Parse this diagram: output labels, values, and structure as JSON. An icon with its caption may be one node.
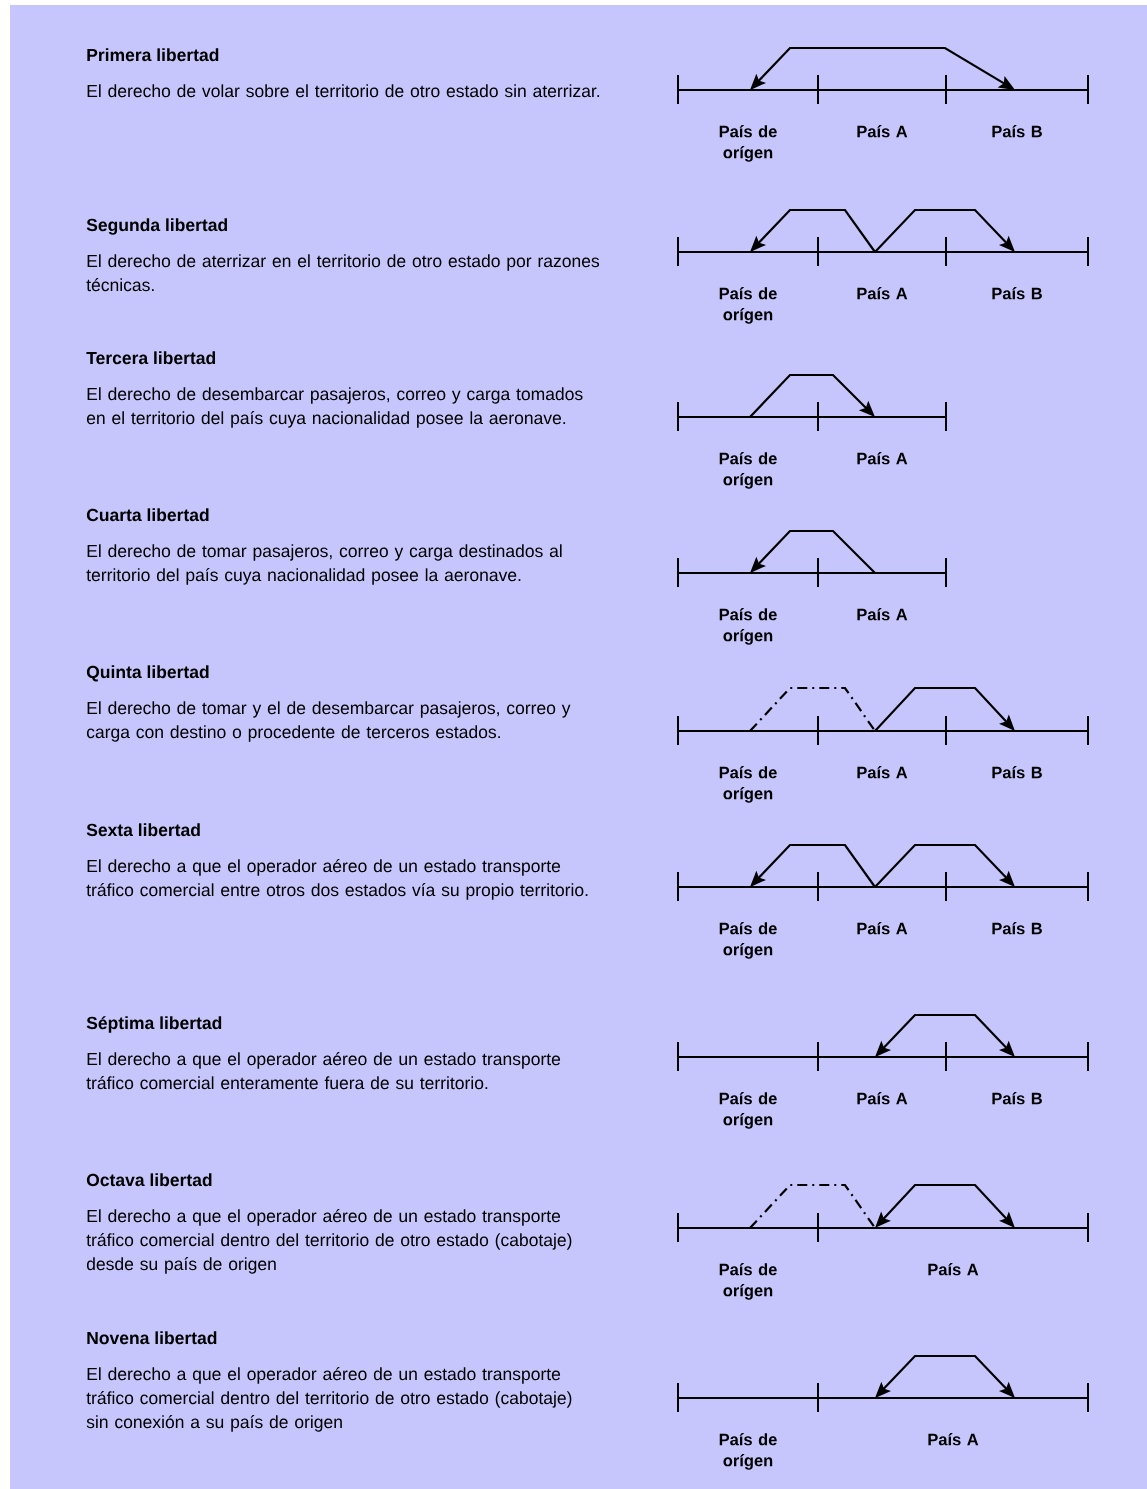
{
  "diagram": {
    "nodes": [
      {
        "text": [
          "País de orígen"
        ]
      },
      {
        "text": [
          "País A"
        ]
      },
      {
        "text": [
          "País B"
        ]
      },
      {
        "text": [
          "País de orígen"
        ]
      },
      {
        "text": [
          "País A"
        ]
      },
      {
        "text": [
          "País B"
        ]
      },
      {
        "text": [
          "País de orígen"
        ]
      },
      {
        "text": [
          "País A"
        ]
      },
      {
        "text": [
          "País de orígen"
        ]
      },
      {
        "text": [
          "País A"
        ]
      },
      {
        "text": [
          "País de orígen"
        ]
      },
      {
        "text": [
          "País A"
        ]
      },
      {
        "text": [
          "País B"
        ]
      },
      {
        "text": [
          "País de orígen"
        ]
      },
      {
        "text": [
          "País A"
        ]
      },
      {
        "text": [
          "País B"
        ]
      },
      {
        "text": [
          "País de orígen"
        ]
      },
      {
        "text": [
          "País A"
        ]
      },
      {
        "text": [
          "País B"
        ]
      },
      {
        "text": [
          "País de orígen"
        ]
      },
      {
        "text": [
          "País A"
        ]
      },
      {
        "text": [
          "País de orígen"
        ]
      },
      {
        "text": [
          "País A"
        ]
      }
    ],
    "edges": [
      {
        "from": 0,
        "to": 2,
        "arrow": "both"
      },
      {
        "from": 4,
        "to": 3,
        "arrow": "to"
      },
      {
        "from": 4,
        "to": 5,
        "arrow": "to"
      },
      {
        "from": 6,
        "to": 7,
        "arrow": "to"
      },
      {
        "from": 9,
        "to": 8,
        "arrow": "to"
      },
      {
        "from": 10,
        "to": 11,
        "arrow": "none",
        "style": "dashed"
      },
      {
        "from": 11,
        "to": 12,
        "arrow": "to"
      },
      {
        "from": 14,
        "to": 13,
        "arrow": "to"
      },
      {
        "from": 14,
        "to": 15,
        "arrow": "to"
      },
      {
        "from": 17,
        "to": 18,
        "arrow": "both"
      },
      {
        "from": 19,
        "to": 20,
        "arrow": "none",
        "style": "dashed"
      },
      {
        "from": 20,
        "to": 20,
        "arrow": "both"
      },
      {
        "from": 22,
        "to": 22,
        "arrow": "both"
      }
    ],
    "labels": [
      "Primera libertad",
      "El derecho de volar sobre el territorio de otro estado sin aterrizar.",
      "Segunda libertad",
      "El derecho de aterrizar en el territorio de otro estado por razones técnicas.",
      "Tercera libertad",
      "El derecho de desembarcar pasajeros, correo y carga tomados en el territorio del país cuya nacionalidad posee la aeronave.",
      "Cuarta libertad",
      "El derecho de tomar pasajeros, correo y carga destinados al territorio del país cuya nacionalidad posee la aeronave.",
      "Quinta libertad",
      "El derecho de tomar y el de desembarcar pasajeros, correo y carga con destino o procedente de terceros estados.",
      "Sexta libertad",
      "El derecho a que el operador aéreo de un estado transporte tráfico comercial entre otros dos estados vía su propio territorio.",
      "Séptima libertad",
      "El derecho a que el operador aéreo de un estado transporte tráfico comercial enteramente fuera de su territorio.",
      "Octava libertad",
      "El derecho a que el operador aéreo de un estado transporte tráfico comercial dentro del territorio de otro estado (cabotaje) desde su país de origen",
      "Novena libertad",
      "El derecho a que el operador aéreo de un estado transporte tráfico comercial dentro del territorio de otro estado (cabotaje) sin conexión a su país de origen"
    ]
  }
}
